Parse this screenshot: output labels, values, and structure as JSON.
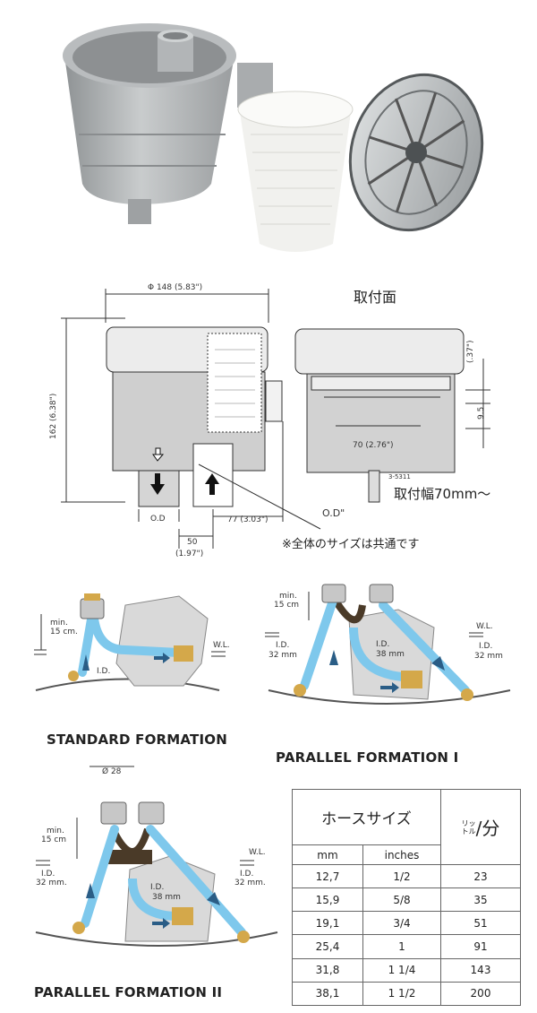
{
  "dimensions": {
    "diameter": "Φ 148 (5.83\")",
    "height": "162 (6.38\")",
    "od_left": "O.D",
    "offset": "77 (3.03\")",
    "od_right": "O.D\"",
    "spacing_mm": "50",
    "spacing_in": "(1.97\")",
    "mount_width": "70 (2.76\")",
    "small_inch": "(.37\")",
    "small_mm": "9.5",
    "part_code": "3-5311"
  },
  "labels_jp": {
    "mounting_surface": "取付面",
    "mounting_width": "取付幅70mm〜",
    "size_note": "※全体のサイズは共通です"
  },
  "formations": {
    "standard": {
      "title": "STANDARD FORMATION",
      "min": "min.",
      "min_val": "15 cm.",
      "wl": "W.L.",
      "id": "I.D."
    },
    "parallel1": {
      "title": "PARALLEL FORMATION I",
      "min": "min.",
      "min_val": "15 cm",
      "wl": "W.L.",
      "id_left": "I.D.",
      "id_left_val": "32 mm",
      "id_mid": "I.D.",
      "id_mid_val": "38 mm",
      "id_right": "I.D.",
      "id_right_val": "32 mm"
    },
    "parallel2": {
      "title": "PARALLEL FORMATION II",
      "phi": "Ø 28",
      "min": "min.",
      "min_val": "15 cm",
      "wl": "W.L.",
      "id_left": "I.D.",
      "id_left_val": "32 mm.",
      "id_mid": "I.D.",
      "id_mid_val": "38 mm",
      "id_right": "I.D.",
      "id_right_val": "32 mm."
    }
  },
  "table": {
    "header_hose": "ホースサイズ",
    "header_flow_ri": "リッ",
    "header_flow_toru": "トル",
    "header_flow_unit": "/分",
    "col_mm": "mm",
    "col_inches": "inches",
    "rows": [
      {
        "mm": "12,7",
        "in": "1/2",
        "lpm": "23"
      },
      {
        "mm": "15,9",
        "in": "5/8",
        "lpm": "35"
      },
      {
        "mm": "19,1",
        "in": "3/4",
        "lpm": "51"
      },
      {
        "mm": "25,4",
        "in": "1",
        "lpm": "91"
      },
      {
        "mm": "31,8",
        "in": "1 1/4",
        "lpm": "143"
      },
      {
        "mm": "38,1",
        "in": "1 1/2",
        "lpm": "200"
      }
    ]
  },
  "colors": {
    "hose": "#7ec8ec",
    "brass": "#d4a84a",
    "arrow": "#2a5d86",
    "engine": "#d9d9d9"
  }
}
